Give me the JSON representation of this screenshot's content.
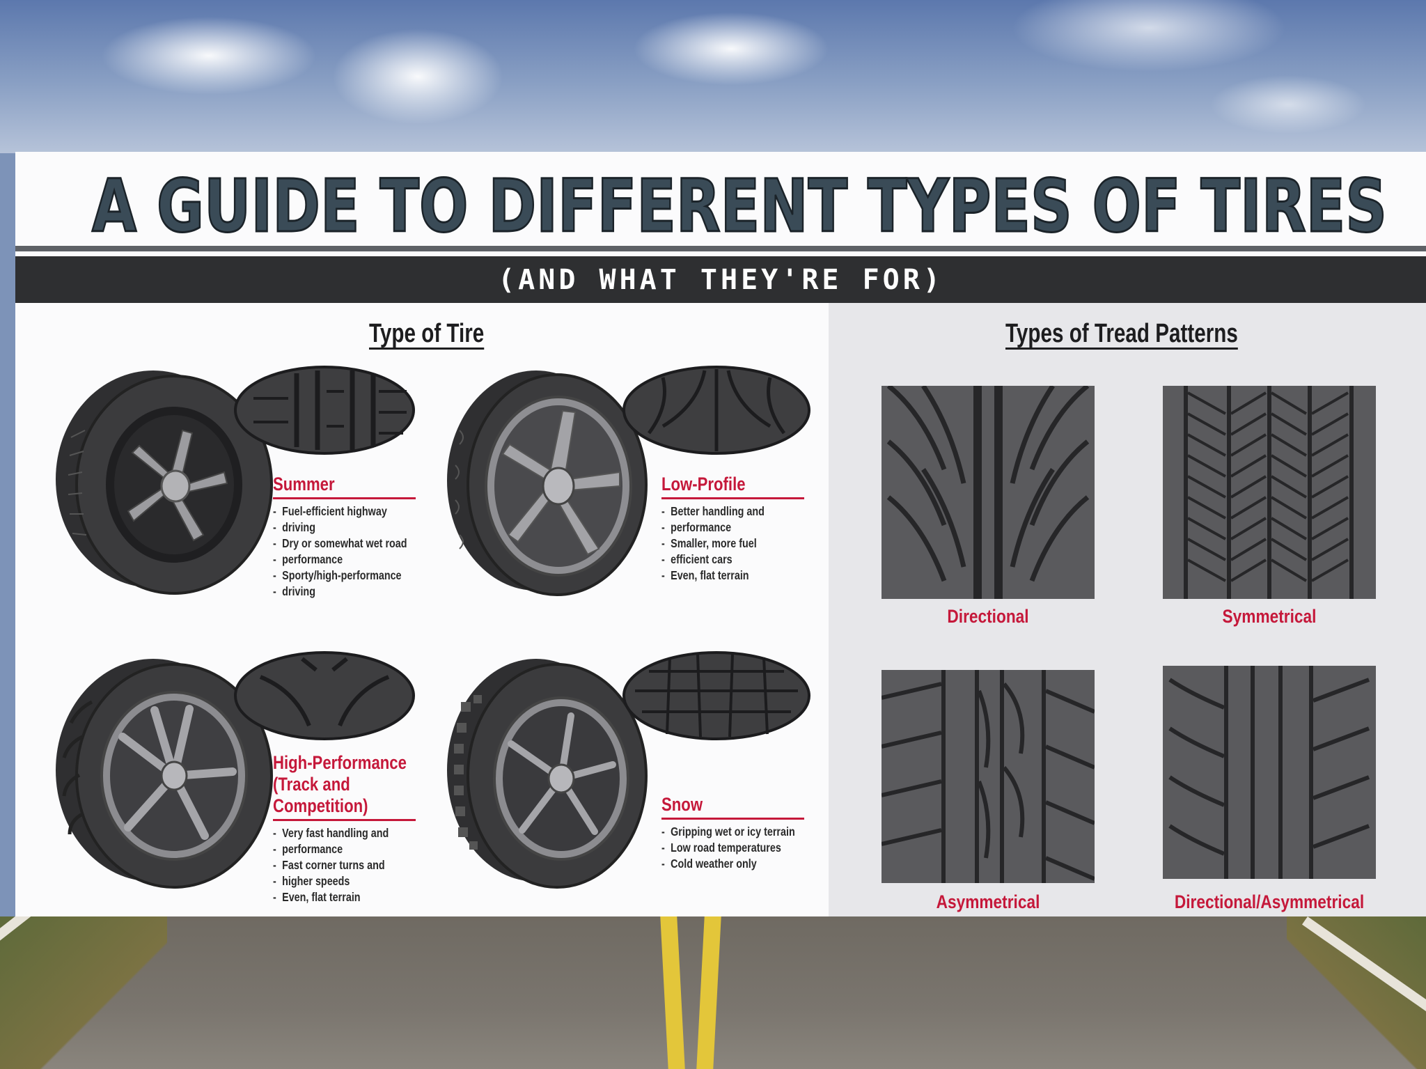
{
  "header": {
    "title": "A GUIDE TO DIFFERENT TYPES OF TIRES",
    "subtitle": "(AND WHAT THEY'RE FOR)"
  },
  "tire_section": {
    "title": "Type of Tire",
    "tires": [
      {
        "name": "Summer",
        "bullets": [
          "Fuel-efficient highway",
          "driving",
          "Dry or somewhat wet road",
          "performance",
          "Sporty/high-performance",
          "driving"
        ]
      },
      {
        "name": "Low-Profile",
        "bullets": [
          "Better handling and",
          "performance",
          "Smaller, more fuel",
          "efficient cars",
          "Even, flat terrain"
        ]
      },
      {
        "name_lines": [
          "High-Performance",
          "(Track and",
          "Competition)"
        ],
        "bullets": [
          "Very fast handling and",
          "performance",
          "Fast corner turns and",
          "higher speeds",
          "Even, flat terrain"
        ]
      },
      {
        "name": "Snow",
        "bullets": [
          "Gripping wet or icy terrain",
          "Low road temperatures",
          "Cold weather only"
        ]
      }
    ]
  },
  "tread_section": {
    "title": "Types of Tread Patterns",
    "patterns": [
      {
        "label": "Directional"
      },
      {
        "label": "Symmetrical"
      },
      {
        "label": "Asymmetrical"
      },
      {
        "label": "Directional/Asymmetrical"
      }
    ]
  },
  "colors": {
    "accent": "#c5183a",
    "title_fill": "#3a4b57",
    "dark_bar": "#2e2f31",
    "tire": "#3b3b3d",
    "tread": "#5a5a5d"
  }
}
